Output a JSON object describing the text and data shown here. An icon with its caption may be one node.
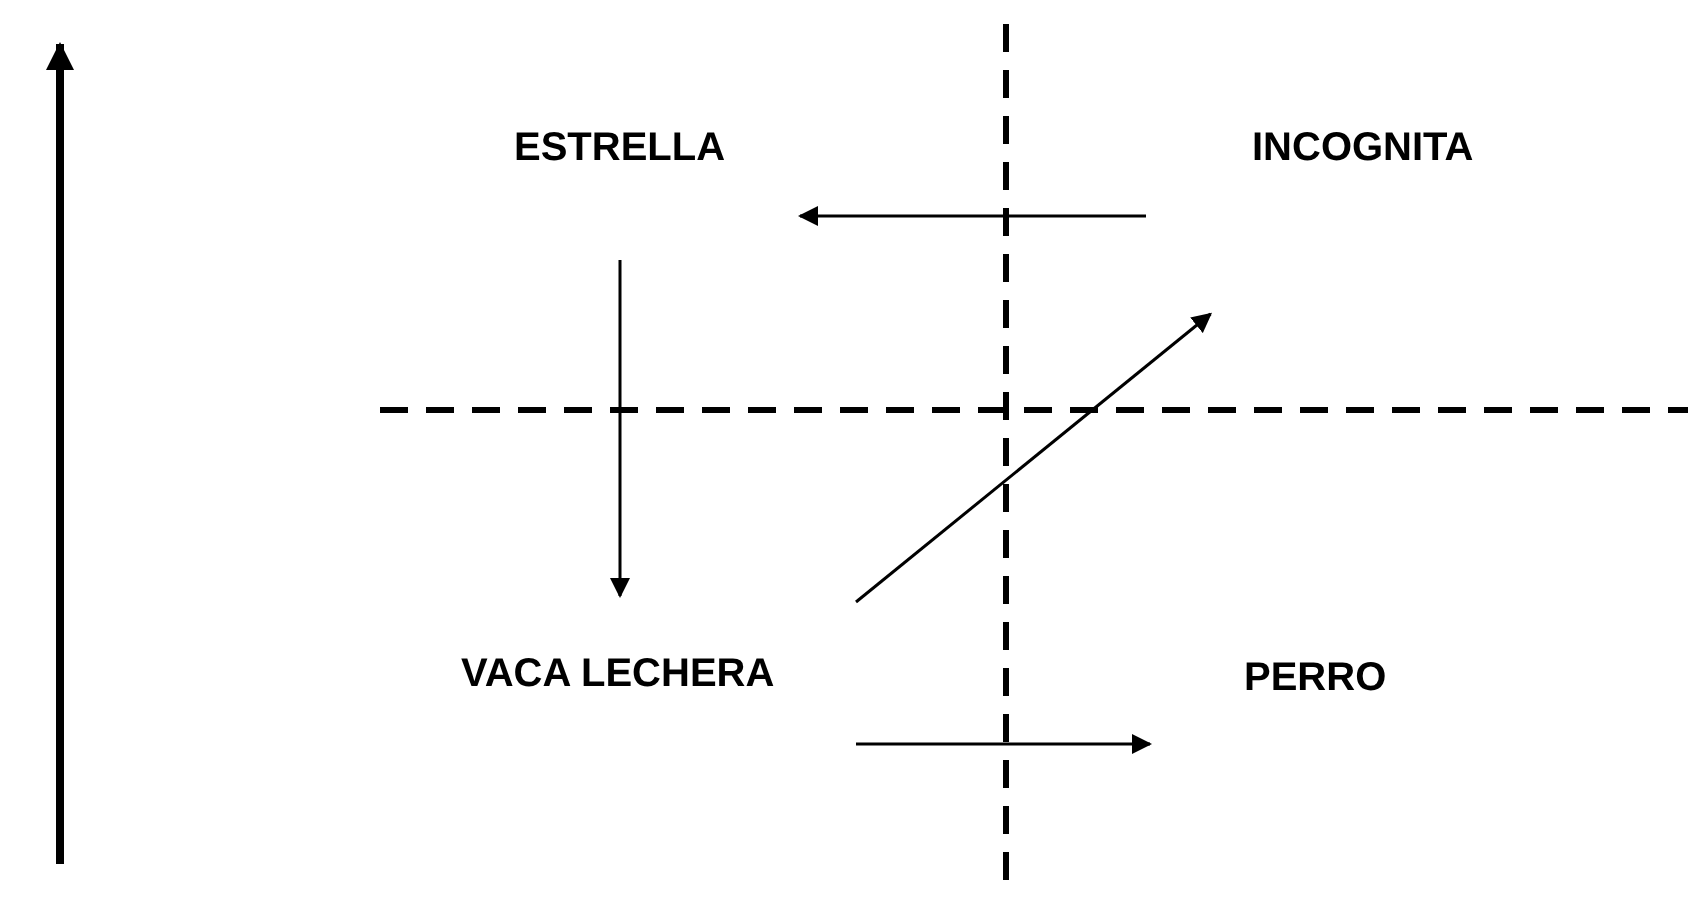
{
  "diagram": {
    "nodes": [
      {
        "text": [
          "ESTRELLA"
        ]
      },
      {
        "text": [
          "INCOGNITA"
        ]
      },
      {
        "text": [
          "VACA LECHERA"
        ]
      },
      {
        "text": [
          "PERRO"
        ]
      }
    ],
    "edges": [
      {
        "from": 1,
        "to": 0,
        "arrow": "to"
      },
      {
        "from": 0,
        "to": 2,
        "arrow": "to"
      },
      {
        "from": 2,
        "to": 3,
        "arrow": "to"
      },
      {
        "from": 2,
        "to": 1,
        "arrow": "to"
      }
    ]
  }
}
